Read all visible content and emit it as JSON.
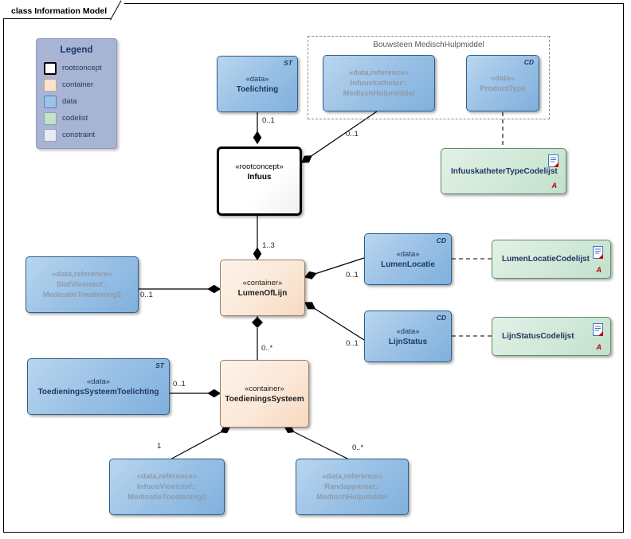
{
  "diagram": {
    "title": "class Information Model"
  },
  "legend": {
    "title": "Legend",
    "items": [
      {
        "key": "rootconcept",
        "label": "rootconcept",
        "color": "#ffffff"
      },
      {
        "key": "container",
        "label": "container",
        "color": "#fbe2cb"
      },
      {
        "key": "data",
        "label": "data",
        "color": "#9dc3e6"
      },
      {
        "key": "codelist",
        "label": "codelist",
        "color": "#c6e0cd"
      },
      {
        "key": "constraint",
        "label": "constraint",
        "color": "#e8eaf6"
      }
    ]
  },
  "package": {
    "label": "Bouwsteen MedischHulpmiddel"
  },
  "nodes": {
    "toelichting": {
      "stereotype": "«data»",
      "name": "Toelichting",
      "corner": "ST"
    },
    "infuuskatheter": {
      "stereotype": "«data,reference»",
      "name_line1": "Infuuskatheter::",
      "name_line2": "MedischHulpmiddel",
      "corner": ""
    },
    "producttype": {
      "stereotype": "«data»",
      "name": "ProductType",
      "corner": "CD"
    },
    "infuus": {
      "stereotype": "«rootconcept»",
      "name": "Infuus",
      "corner": ""
    },
    "infuuskatheter_codelijst": {
      "name": "InfuuskatheterTypeCodelijst",
      "marker": "A"
    },
    "slotvloeistof": {
      "stereotype": "«data,reference»",
      "name_line1": "SlotVloeistof::",
      "name_line2": "MedicatieToediening2",
      "corner": ""
    },
    "lumenoflijn": {
      "stereotype": "«container»",
      "name": "LumenOfLijn",
      "corner": ""
    },
    "lumenlocatie": {
      "stereotype": "«data»",
      "name": "LumenLocatie",
      "corner": "CD"
    },
    "lijnstatus": {
      "stereotype": "«data»",
      "name": "LijnStatus",
      "corner": "CD"
    },
    "lumenlocatie_codelijst": {
      "name": "LumenLocatieCodelijst",
      "marker": "A"
    },
    "lijnstatus_codelijst": {
      "name": "LijnStatusCodelijst",
      "marker": "A"
    },
    "toedieningssysteemtoelichting": {
      "stereotype": "«data»",
      "name": "ToedieningsSysteemToelichting",
      "corner": "ST"
    },
    "toedieningssysteem": {
      "stereotype": "«container»",
      "name": "ToedieningsSysteem",
      "corner": ""
    },
    "infuusvloeistof": {
      "stereotype": "«data,reference»",
      "name_line1": "InfuusVloeistof::",
      "name_line2": "MedicatieToediening2",
      "corner": ""
    },
    "randapparaat": {
      "stereotype": "«data,reference»",
      "name_line1": "Randapparaat::",
      "name_line2": "MedischHulpmiddel",
      "corner": ""
    }
  },
  "multiplicities": {
    "toelichting_infuus": "0..1",
    "infuuskatheter_infuus": "0..1",
    "infuus_lumenoflijn": "1..3",
    "slotvloeistof_lumenoflijn": "0..1",
    "lumenoflijn_lumenlocatie": "0..1",
    "lumenoflijn_lijnstatus": "0..1",
    "lumenoflijn_toedieningssysteem": "0..*",
    "toelichting2_toedieningssysteem": "0..1",
    "toedieningssysteem_infuusvloeistof": "1",
    "toedieningssysteem_randapparaat": "0..*"
  },
  "colors": {
    "data_fill": "#9dc3e6",
    "container_fill": "#fbe2cb",
    "codelist_fill": "#c6e0cd",
    "legend_fill": "#a8b4d4",
    "text_blue": "#1f3864",
    "marker_red": "#c00000"
  }
}
